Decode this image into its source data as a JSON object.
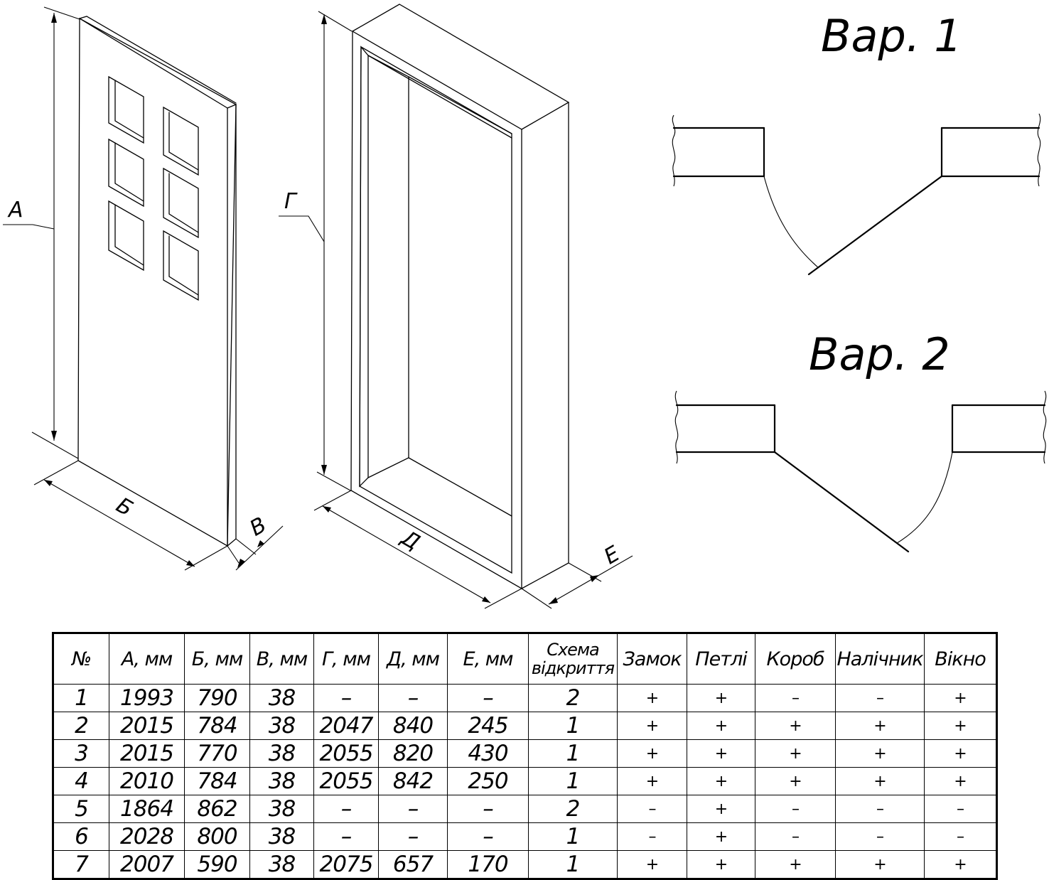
{
  "labels": {
    "door_height": "А",
    "door_width": "Б",
    "door_thickness": "В",
    "frame_height": "Г",
    "frame_width": "Д",
    "frame_depth": "Е"
  },
  "variants": {
    "var1_title": "Вар. 1",
    "var2_title": "Вар. 2"
  },
  "table": {
    "headers": [
      "№",
      "А, мм",
      "Б, мм",
      "В, мм",
      "Г, мм",
      "Д, мм",
      "Е, мм",
      "Схема відкриття",
      "Замок",
      "Петлі",
      "Короб",
      "Налічник",
      "Вікно"
    ],
    "rows": [
      [
        "1",
        "1993",
        "790",
        "38",
        "–",
        "–",
        "–",
        "2",
        "+",
        "+",
        "–",
        "–",
        "+"
      ],
      [
        "2",
        "2015",
        "784",
        "38",
        "2047",
        "840",
        "245",
        "1",
        "+",
        "+",
        "+",
        "+",
        "+"
      ],
      [
        "3",
        "2015",
        "770",
        "38",
        "2055",
        "820",
        "430",
        "1",
        "+",
        "+",
        "+",
        "+",
        "+"
      ],
      [
        "4",
        "2010",
        "784",
        "38",
        "2055",
        "842",
        "250",
        "1",
        "+",
        "+",
        "+",
        "+",
        "+"
      ],
      [
        "5",
        "1864",
        "862",
        "38",
        "–",
        "–",
        "–",
        "2",
        "–",
        "+",
        "–",
        "–",
        "–"
      ],
      [
        "6",
        "2028",
        "800",
        "38",
        "–",
        "–",
        "–",
        "1",
        "–",
        "+",
        "–",
        "–",
        "–"
      ],
      [
        "7",
        "2007",
        "590",
        "38",
        "2075",
        "657",
        "170",
        "1",
        "+",
        "+",
        "+",
        "+",
        "+"
      ]
    ]
  }
}
